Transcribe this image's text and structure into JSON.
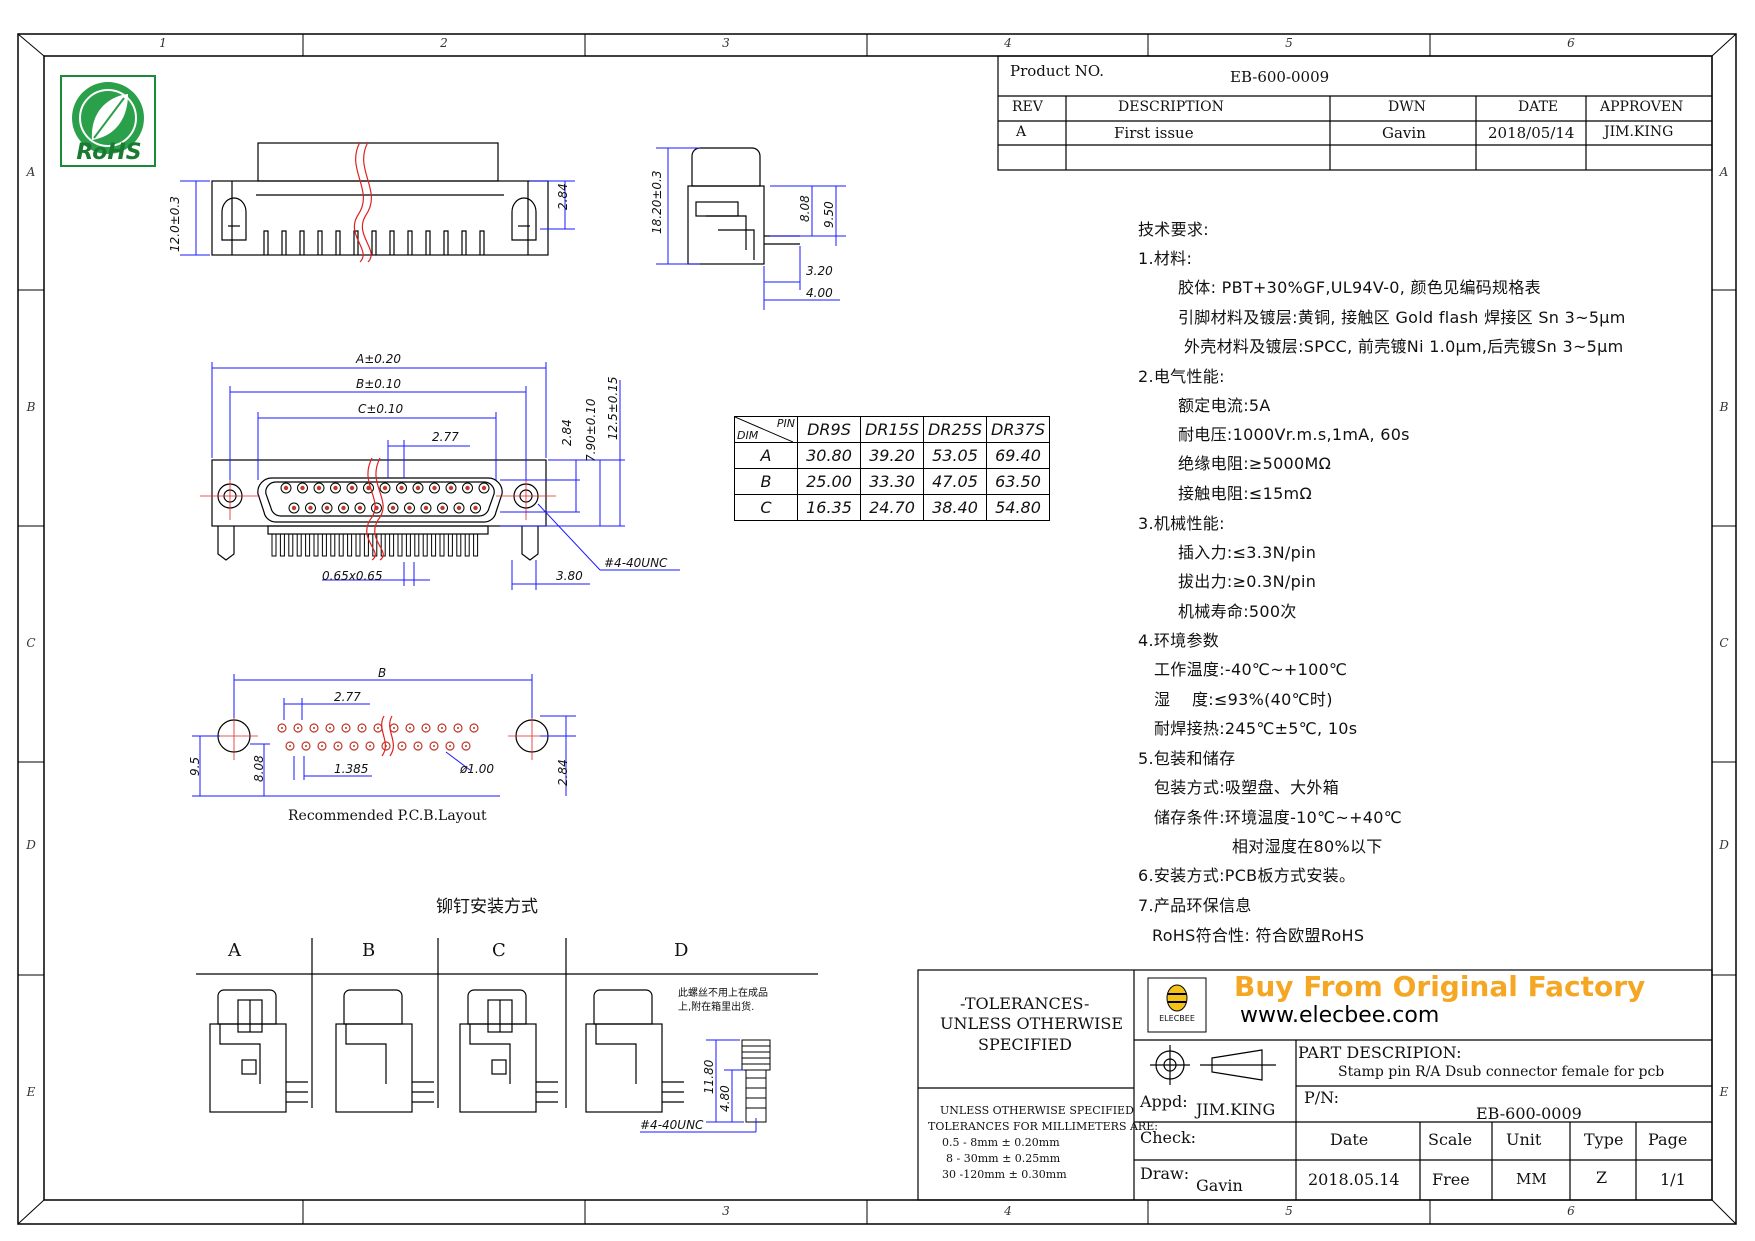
{
  "zones": {
    "top": [
      "1",
      "2",
      "3",
      "4",
      "5",
      "6"
    ],
    "bottom": [
      "3",
      "4",
      "5",
      "6"
    ],
    "side": [
      "A",
      "B",
      "C",
      "D",
      "E"
    ]
  },
  "logo": {
    "text": "RoHS"
  },
  "header": {
    "product_no_label": "Product NO.",
    "product_no": "EB-600-0009",
    "rev_label": "REV",
    "desc_label": "DESCRIPTION",
    "dwn_label": "DWN",
    "date_label": "DATE",
    "approven_label": "APPROVEN",
    "rev": "A",
    "desc": "First issue",
    "dwn": "Gavin",
    "date": "2018/05/14",
    "approven": "JIM.KING"
  },
  "dims": {
    "top_height": "12.0±0.3",
    "top_2_84": "2.84",
    "side_height": "18.20±0.3",
    "side_8_08": "8.08",
    "side_9_50": "9.50",
    "side_3_20": "3.20",
    "side_4_00": "4.00",
    "a": "A±0.20",
    "b": "B±0.10",
    "c": "C±0.10",
    "pitch": "2.77",
    "f_2_84": "2.84",
    "f_7_90": "7.90±0.10",
    "f_12_5": "12.5±0.15",
    "unc": "#4-40UNC",
    "pin_sz": "0.65x0.65",
    "f_3_80": "3.80",
    "pcb_b": "B",
    "pcb_pitch": "2.77",
    "pcb_9_5": "9.5",
    "pcb_8_08": "8.08",
    "pcb_1_385": "1.385",
    "pcb_hole": "ø1.00",
    "pcb_2_84": "2.84",
    "rivet_11_80": "11.80",
    "rivet_4_80": "4.80",
    "rivet_unc": "#4-40UNC"
  },
  "pcb_caption": "Recommended P.C.B.Layout",
  "rivet": {
    "title": "铆钉安装方式",
    "labels": [
      "A",
      "B",
      "C",
      "D"
    ],
    "note_line1": "此螺丝不用上在成品",
    "note_line2": "上,附在箱里出货."
  },
  "dim_table": {
    "pin_label": "PIN",
    "dim_label": "DIM",
    "columns": [
      "DR9S",
      "DR15S",
      "DR25S",
      "DR37S"
    ],
    "rows": [
      {
        "label": "A",
        "values": [
          "30.80",
          "39.20",
          "53.05",
          "69.40"
        ]
      },
      {
        "label": "B",
        "values": [
          "25.00",
          "33.30",
          "47.05",
          "63.50"
        ]
      },
      {
        "label": "C",
        "values": [
          "16.35",
          "24.70",
          "38.40",
          "54.80"
        ]
      }
    ]
  },
  "requirements": [
    "技术要求:",
    "1.材料:",
    "胶体: PBT+30%GF,UL94V-0, 颜色见编码规格表",
    "引脚材料及镀层:黄铜, 接触区 Gold flash 焊接区 Sn 3~5μm",
    "外壳材料及镀层:SPCC, 前壳镀Ni 1.0μm,后壳镀Sn 3~5μm",
    "2.电气性能:",
    "额定电流:5A",
    "耐电压:1000Vr.m.s,1mA, 60s",
    "绝缘电阻:≥5000MΩ",
    "接触电阻:≤15mΩ",
    "3.机械性能:",
    "插入力:≤3.3N/pin",
    "拔出力:≥0.3N/pin",
    "机械寿命:500次",
    "4.环境参数",
    "工作温度:-40℃~+100℃",
    "湿　 度:≤93%(40℃时)",
    "耐焊接热:245℃±5℃, 10s",
    "5.包装和储存",
    "包装方式:吸塑盘、大外箱",
    "储存条件:环境温度-10℃~+40℃",
    "相对湿度在80%以下",
    "6.安装方式:PCB板方式安装。",
    "7.产品环保信息",
    "RoHS符合性: 符合欧盟RoHS"
  ],
  "title_block": {
    "tol_line1": "-TOLERANCES-",
    "tol_line2": "UNLESS OTHERWISE",
    "tol_line3": "SPECIFIED",
    "tol_small1": "UNLESS OTHERWISE SPECIFIED",
    "tol_small2": "TOLERANCES FOR MILLIMETERS ARE:",
    "tol_small3": "0.5 - 8mm ± 0.20mm",
    "tol_small4": "8 - 30mm ± 0.25mm",
    "tol_small5": "30 -120mm ± 0.30mm",
    "banner": "Buy From Original Factory",
    "website": "www.elecbee.com",
    "brand": "ELECBEE",
    "part_desc_label": "PART DESCRIPION:",
    "part_desc": "Stamp pin R/A Dsub connector female for pcb",
    "pn_label": "P/N:",
    "pn": "EB-600-0009",
    "appd_label": "Appd:",
    "appd": "JIM.KING",
    "check_label": "Check:",
    "draw_label": "Draw:",
    "draw": "Gavin",
    "date_label": "Date",
    "scale_label": "Scale",
    "unit_label": "Unit",
    "type_label": "Type",
    "page_label": "Page",
    "date": "2018.05.14",
    "scale": "Free",
    "unit": "MM",
    "type": "Z",
    "page": "1/1"
  }
}
